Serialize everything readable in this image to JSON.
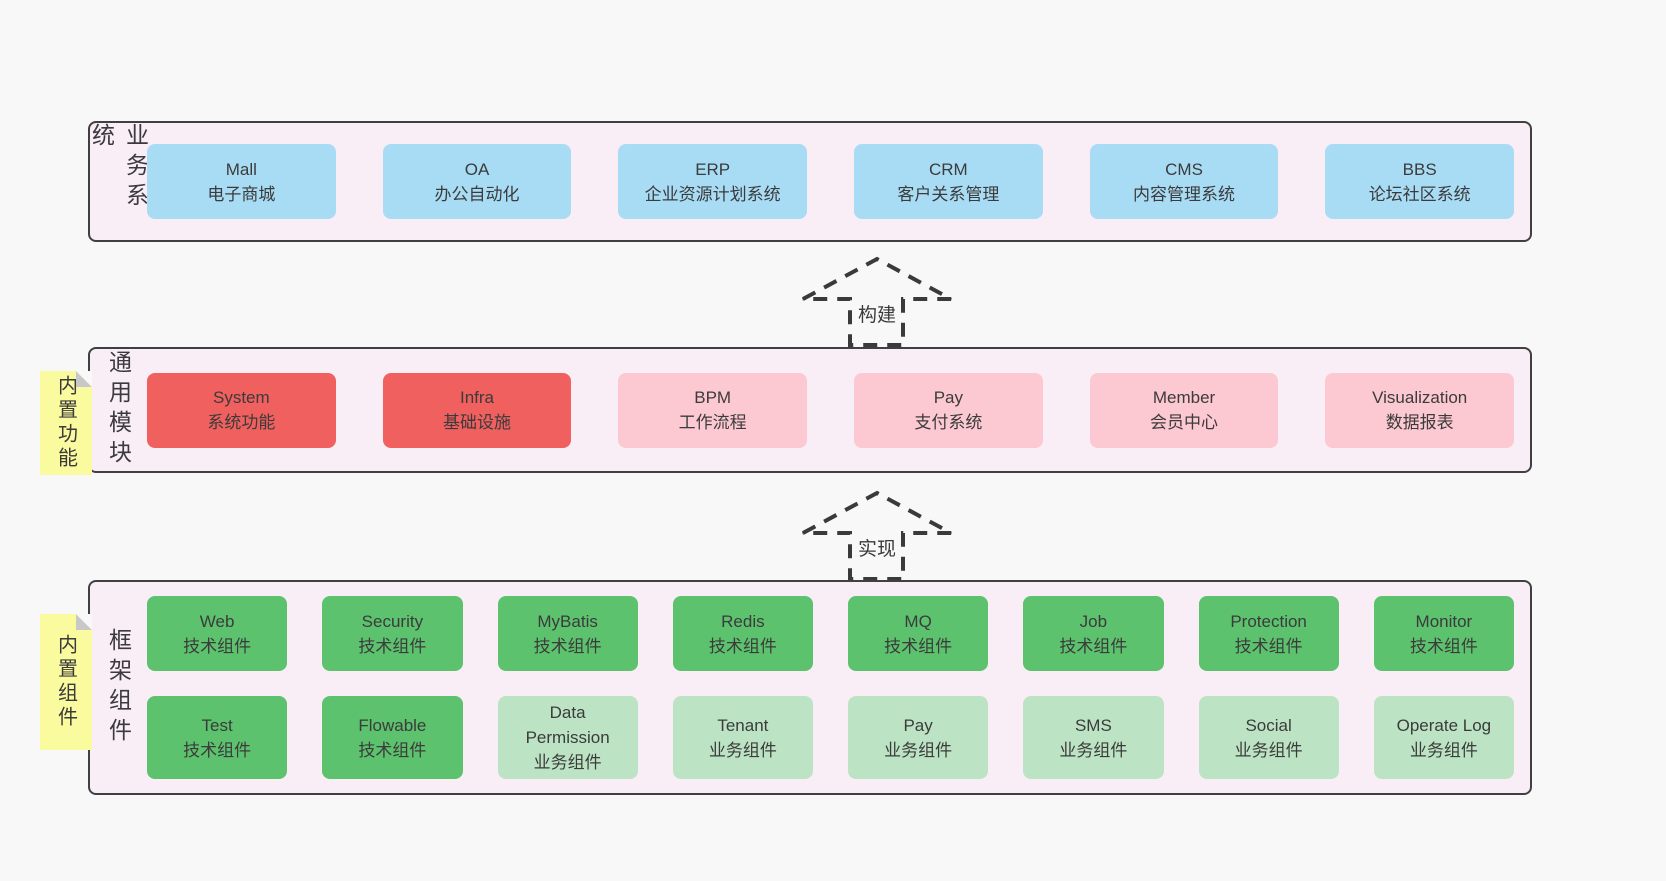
{
  "colors": {
    "page_bg": "#f8f8f8",
    "band_bg": "#f9edf6",
    "band_border": "#404040",
    "blue_box": "#a8dcf5",
    "red_box": "#f0605f",
    "pink_box": "#fcc8d1",
    "green_dark_box": "#5dc26e",
    "green_light_box": "#bce4c4",
    "sticky_note": "#fafa9e",
    "note_fold": "#c8c8c8",
    "text": "#3b3b3b"
  },
  "band_business": {
    "label": "业务系统",
    "boxes": [
      {
        "en": "Mall",
        "zh": "电子商城",
        "variant": "blue"
      },
      {
        "en": "OA",
        "zh": "办公自动化",
        "variant": "blue"
      },
      {
        "en": "ERP",
        "zh": "企业资源计划系统",
        "variant": "blue"
      },
      {
        "en": "CRM",
        "zh": "客户关系管理",
        "variant": "blue"
      },
      {
        "en": "CMS",
        "zh": "内容管理系统",
        "variant": "blue"
      },
      {
        "en": "BBS",
        "zh": "论坛社区系统",
        "variant": "blue"
      }
    ]
  },
  "arrow_build": {
    "label": "构建"
  },
  "band_modules": {
    "label": "通用模块",
    "note": "内置功能",
    "boxes": [
      {
        "en": "System",
        "zh": "系统功能",
        "variant": "red"
      },
      {
        "en": "Infra",
        "zh": "基础设施",
        "variant": "red"
      },
      {
        "en": "BPM",
        "zh": "工作流程",
        "variant": "pink"
      },
      {
        "en": "Pay",
        "zh": "支付系统",
        "variant": "pink"
      },
      {
        "en": "Member",
        "zh": "会员中心",
        "variant": "pink"
      },
      {
        "en": "Visualization",
        "zh": "数据报表",
        "variant": "pink"
      }
    ]
  },
  "arrow_implement": {
    "label": "实现"
  },
  "band_framework": {
    "label": "框架组件",
    "note": "内置组件",
    "row1": [
      {
        "en": "Web",
        "zh": "技术组件",
        "variant": "green-dark"
      },
      {
        "en": "Security",
        "zh": "技术组件",
        "variant": "green-dark"
      },
      {
        "en": "MyBatis",
        "zh": "技术组件",
        "variant": "green-dark"
      },
      {
        "en": "Redis",
        "zh": "技术组件",
        "variant": "green-dark"
      },
      {
        "en": "MQ",
        "zh": "技术组件",
        "variant": "green-dark"
      },
      {
        "en": "Job",
        "zh": "技术组件",
        "variant": "green-dark"
      },
      {
        "en": "Protection",
        "zh": "技术组件",
        "variant": "green-dark"
      },
      {
        "en": "Monitor",
        "zh": "技术组件",
        "variant": "green-dark"
      }
    ],
    "row2": [
      {
        "en": "Test",
        "zh": "技术组件",
        "variant": "green-dark"
      },
      {
        "en": "Flowable",
        "zh": "技术组件",
        "variant": "green-dark"
      },
      {
        "en": "Data Permission",
        "zh": "业务组件",
        "variant": "green-light"
      },
      {
        "en": "Tenant",
        "zh": "业务组件",
        "variant": "green-light"
      },
      {
        "en": "Pay",
        "zh": "业务组件",
        "variant": "green-light"
      },
      {
        "en": "SMS",
        "zh": "业务组件",
        "variant": "green-light"
      },
      {
        "en": "Social",
        "zh": "业务组件",
        "variant": "green-light"
      },
      {
        "en": "Operate Log",
        "zh": "业务组件",
        "variant": "green-light"
      }
    ]
  }
}
